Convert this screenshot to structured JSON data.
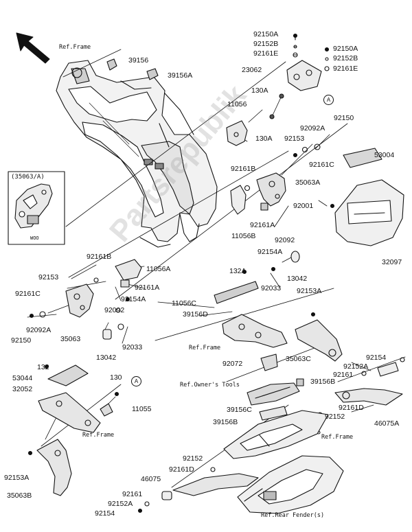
{
  "labels": {
    "p92150A_a": "92150A",
    "p92152B_a": "92152B",
    "p92161E_a": "92161E",
    "p92150A_b": "92150A",
    "p92152B_b": "92152B",
    "p92161E_b": "92161E",
    "p23062": "23062",
    "p130A_a": "130A",
    "p11056": "11056",
    "p130A_b": "130A",
    "p92150": "92150",
    "p92092A_a": "92092A",
    "p92153_a": "92153",
    "p53004": "53004",
    "p92161C_a": "92161C",
    "p92161B_a": "92161B",
    "p35063A": "35063A",
    "p92001": "92001",
    "p92161A_a": "92161A",
    "p11056B": "11056B",
    "p92092_a": "92092",
    "p92154A_a": "92154A",
    "p13042_a": "13042",
    "p92033_a": "92033",
    "p32097": "32097",
    "p39156": "39156",
    "p39156A": "39156A",
    "p92161B_b": "92161B",
    "p11056A": "11056A",
    "p92153_b": "92153",
    "p92161A_b": "92161A",
    "p92161C_b": "92161C",
    "p92154A_b": "92154A",
    "p92092_b": "92092",
    "p92092A_b": "92092A",
    "p92150_b": "92150",
    "p35063": "35063",
    "p92033_b": "92033",
    "p13042_b": "13042",
    "p132A": "132A",
    "p11056C": "11056C",
    "p39156D": "39156D",
    "p92153A_a": "92153A",
    "p35063C": "35063C",
    "p92072": "92072",
    "p92154": "92154",
    "p92152A_a": "92152A",
    "p92161_a": "92161",
    "p39156B_a": "39156B",
    "p39156C": "39156C",
    "p92161D_a": "92161D",
    "p92152_a": "92152",
    "p46075A": "46075A",
    "p39156B_b": "39156B",
    "p132": "132",
    "p53044": "53044",
    "p32052": "32052",
    "p130": "130",
    "p11055": "11055",
    "p92152_b": "92152",
    "p92161D_b": "92161D",
    "p46075": "46075",
    "p92161_b": "92161",
    "p92152A_b": "92152A",
    "p92154_b": "92154",
    "p92153A_b": "92153A",
    "p35063B": "35063B"
  },
  "refs": {
    "frame_top": "Ref.Frame",
    "frame_mid": "Ref.Frame",
    "frame_right": "Ref.Frame",
    "frame_left": "Ref.Frame",
    "owners_tools": "Ref.Owner's Tools",
    "rear_fender": "Ref.Rear Fender(s)"
  },
  "inset": {
    "title": "(35063/A)",
    "footer": "WOO"
  },
  "callouts": {
    "a_top": "A",
    "a_mid": "A"
  },
  "watermark": "Partsrepublik"
}
